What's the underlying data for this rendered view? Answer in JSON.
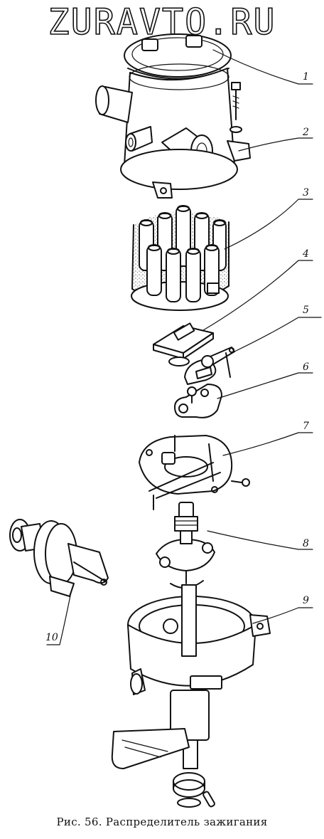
{
  "watermark": "ZURAVTO.RU",
  "caption": "Рис. 56. Распределитель зажигания",
  "callouts": [
    "1",
    "2",
    "3",
    "4",
    "5",
    "6",
    "7",
    "8",
    "9",
    "10"
  ]
}
